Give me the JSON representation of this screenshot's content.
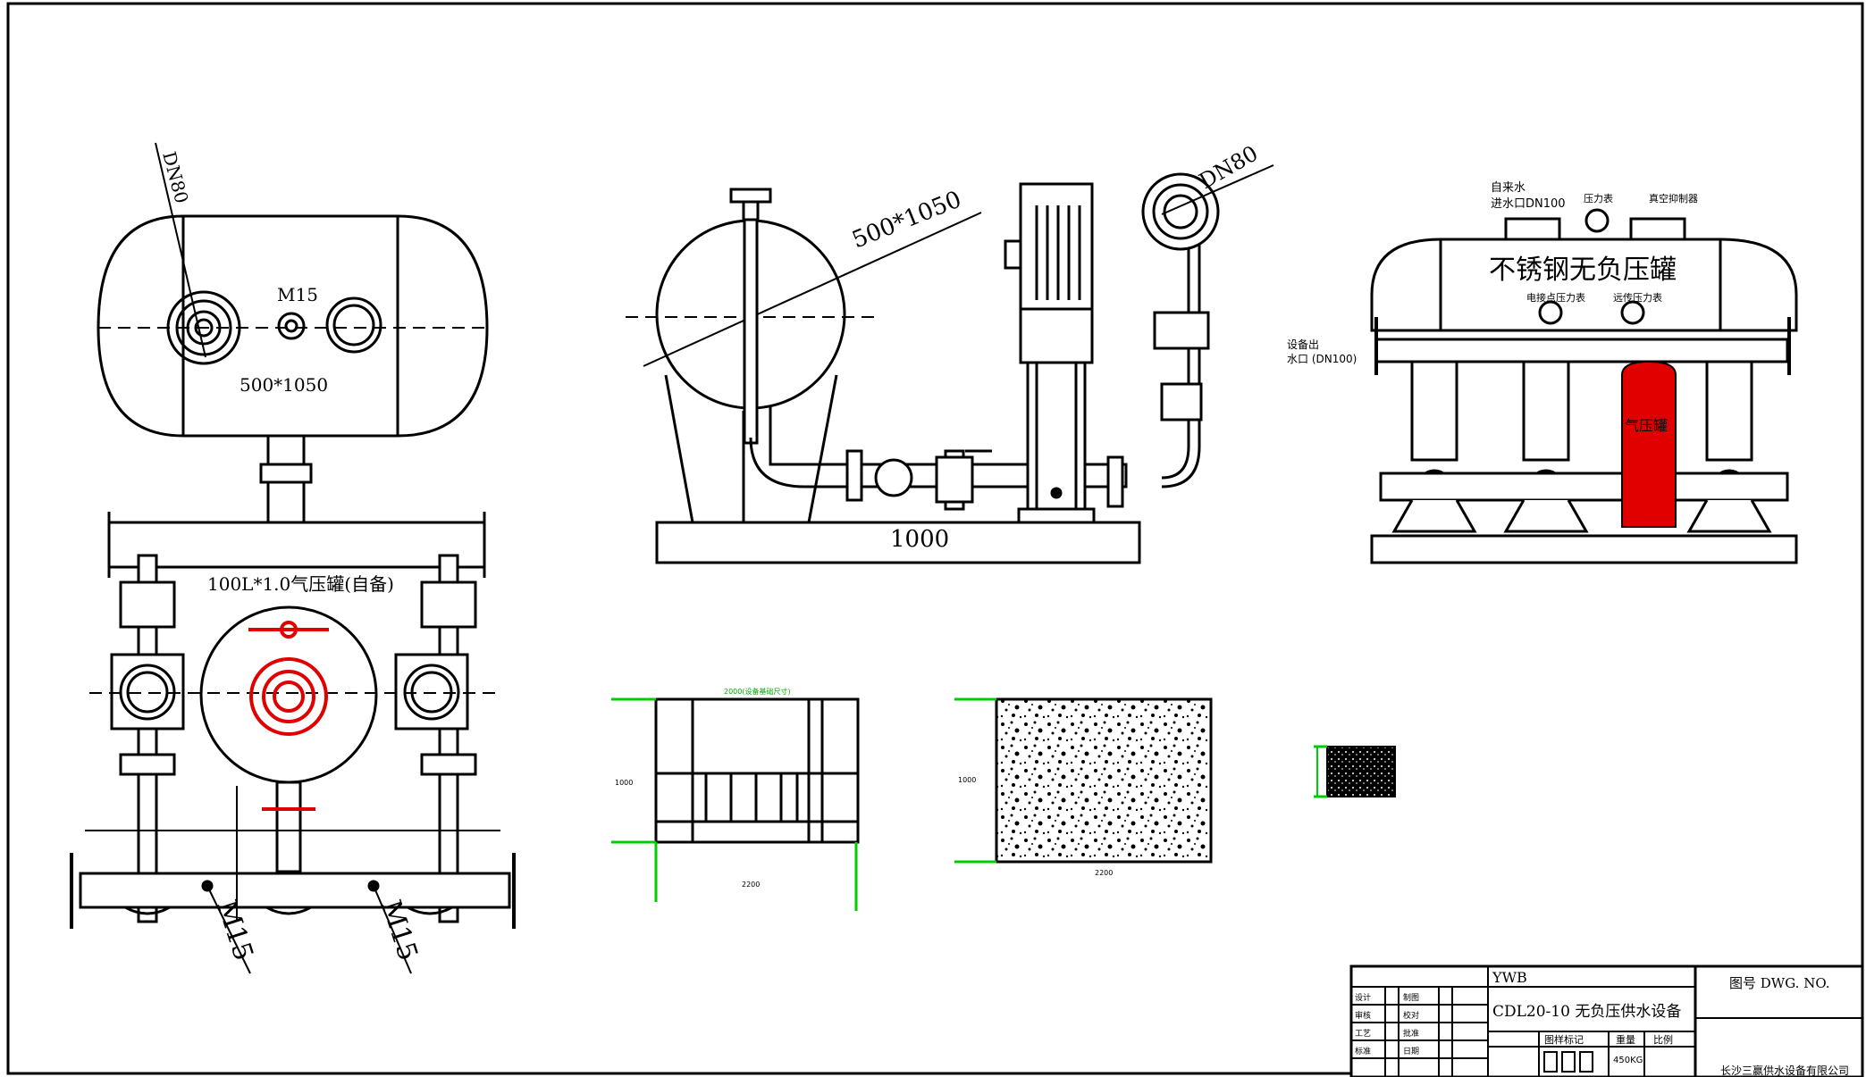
{
  "drawing": {
    "plan_view": {
      "inlet_size": "DN80",
      "gauge_port": "M15",
      "tank_size": "500*1050",
      "pressure_tank_note": "100L*1.0气压罐(自备)",
      "drain_left": "M15",
      "drain_right": "M15"
    },
    "side_view": {
      "tank_size": "500*1050",
      "outlet_size": "DN80",
      "base_length": "1000"
    },
    "iso_view": {
      "inlet_label_1": "自来水",
      "inlet_label_2": "进水口DN100",
      "gauge_top_1": "压力表",
      "gauge_top_2": "真空抑制器",
      "tank_title": "不锈钢无负压罐",
      "gauge_mid_1": "电接点压力表",
      "gauge_mid_2": "远传压力表",
      "outlet_label_1": "设备出",
      "outlet_label_2": "水口 (DN100)",
      "pressure_vessel": "气压罐"
    },
    "details": {
      "frame_top": "2000(设备基础尺寸)",
      "frame_side": "1000",
      "frame_bottom": "2200",
      "slab_side": "1000",
      "slab_bottom": "2200"
    }
  },
  "title_block": {
    "project_code": "YWB",
    "drawing_name": "CDL20-10 无负压供水设备",
    "drawing_no_label": "图号 DWG. NO.",
    "company": "长沙三赢供水设备有限公司",
    "col_scale": "图样标记",
    "col_weight": "重量",
    "col_ratio": "比例",
    "weight_value": "450KG",
    "roles": [
      "设计",
      "审核",
      "工艺",
      "标准",
      "制图",
      "校对",
      "批准",
      "日期"
    ]
  },
  "colors": {
    "ink": "#000000",
    "accent_red": "#e00000",
    "dim_green": "#00cc00"
  }
}
